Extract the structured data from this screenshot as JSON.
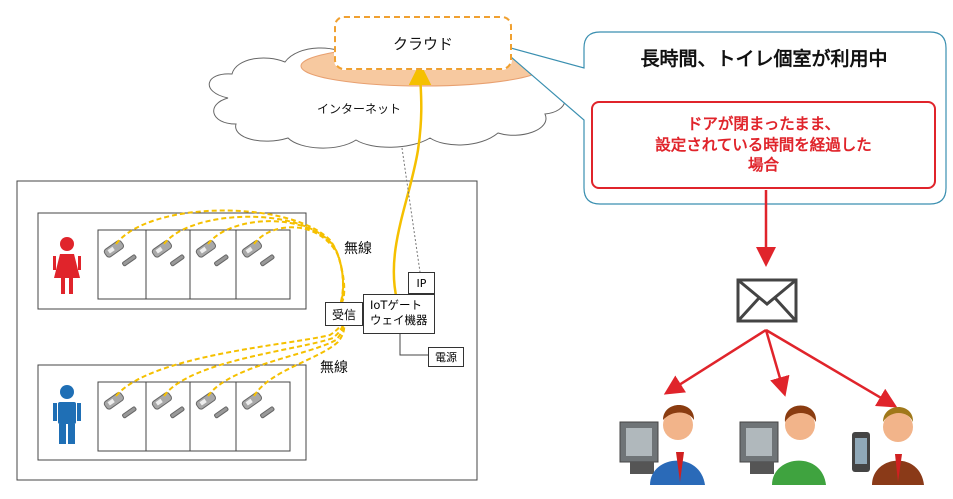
{
  "cloud": {
    "label": "クラウド"
  },
  "internet": {
    "label": "インターネット"
  },
  "callout": {
    "title": "長時間、トイレ個室が利用中",
    "alert_lines": [
      "ドアが閉まったまま、",
      "設定されている時間を経過した",
      "場合"
    ]
  },
  "wireless_top": "無線",
  "wireless_bottom": "無線",
  "receiver": "受信",
  "gateway": [
    "IoTゲート",
    "ウェイ機器"
  ],
  "ip": "IP",
  "power": "電源",
  "colors": {
    "accent": "#e0242b",
    "wire": "#f5c000",
    "cloud_ring": "#f7c9a0",
    "female": "#e0242b",
    "male": "#1f6fb5"
  },
  "icons": [
    "female-icon",
    "male-icon",
    "sensor-icon",
    "mail-envelope-icon",
    "user-pc-icon",
    "user-phone-icon"
  ]
}
